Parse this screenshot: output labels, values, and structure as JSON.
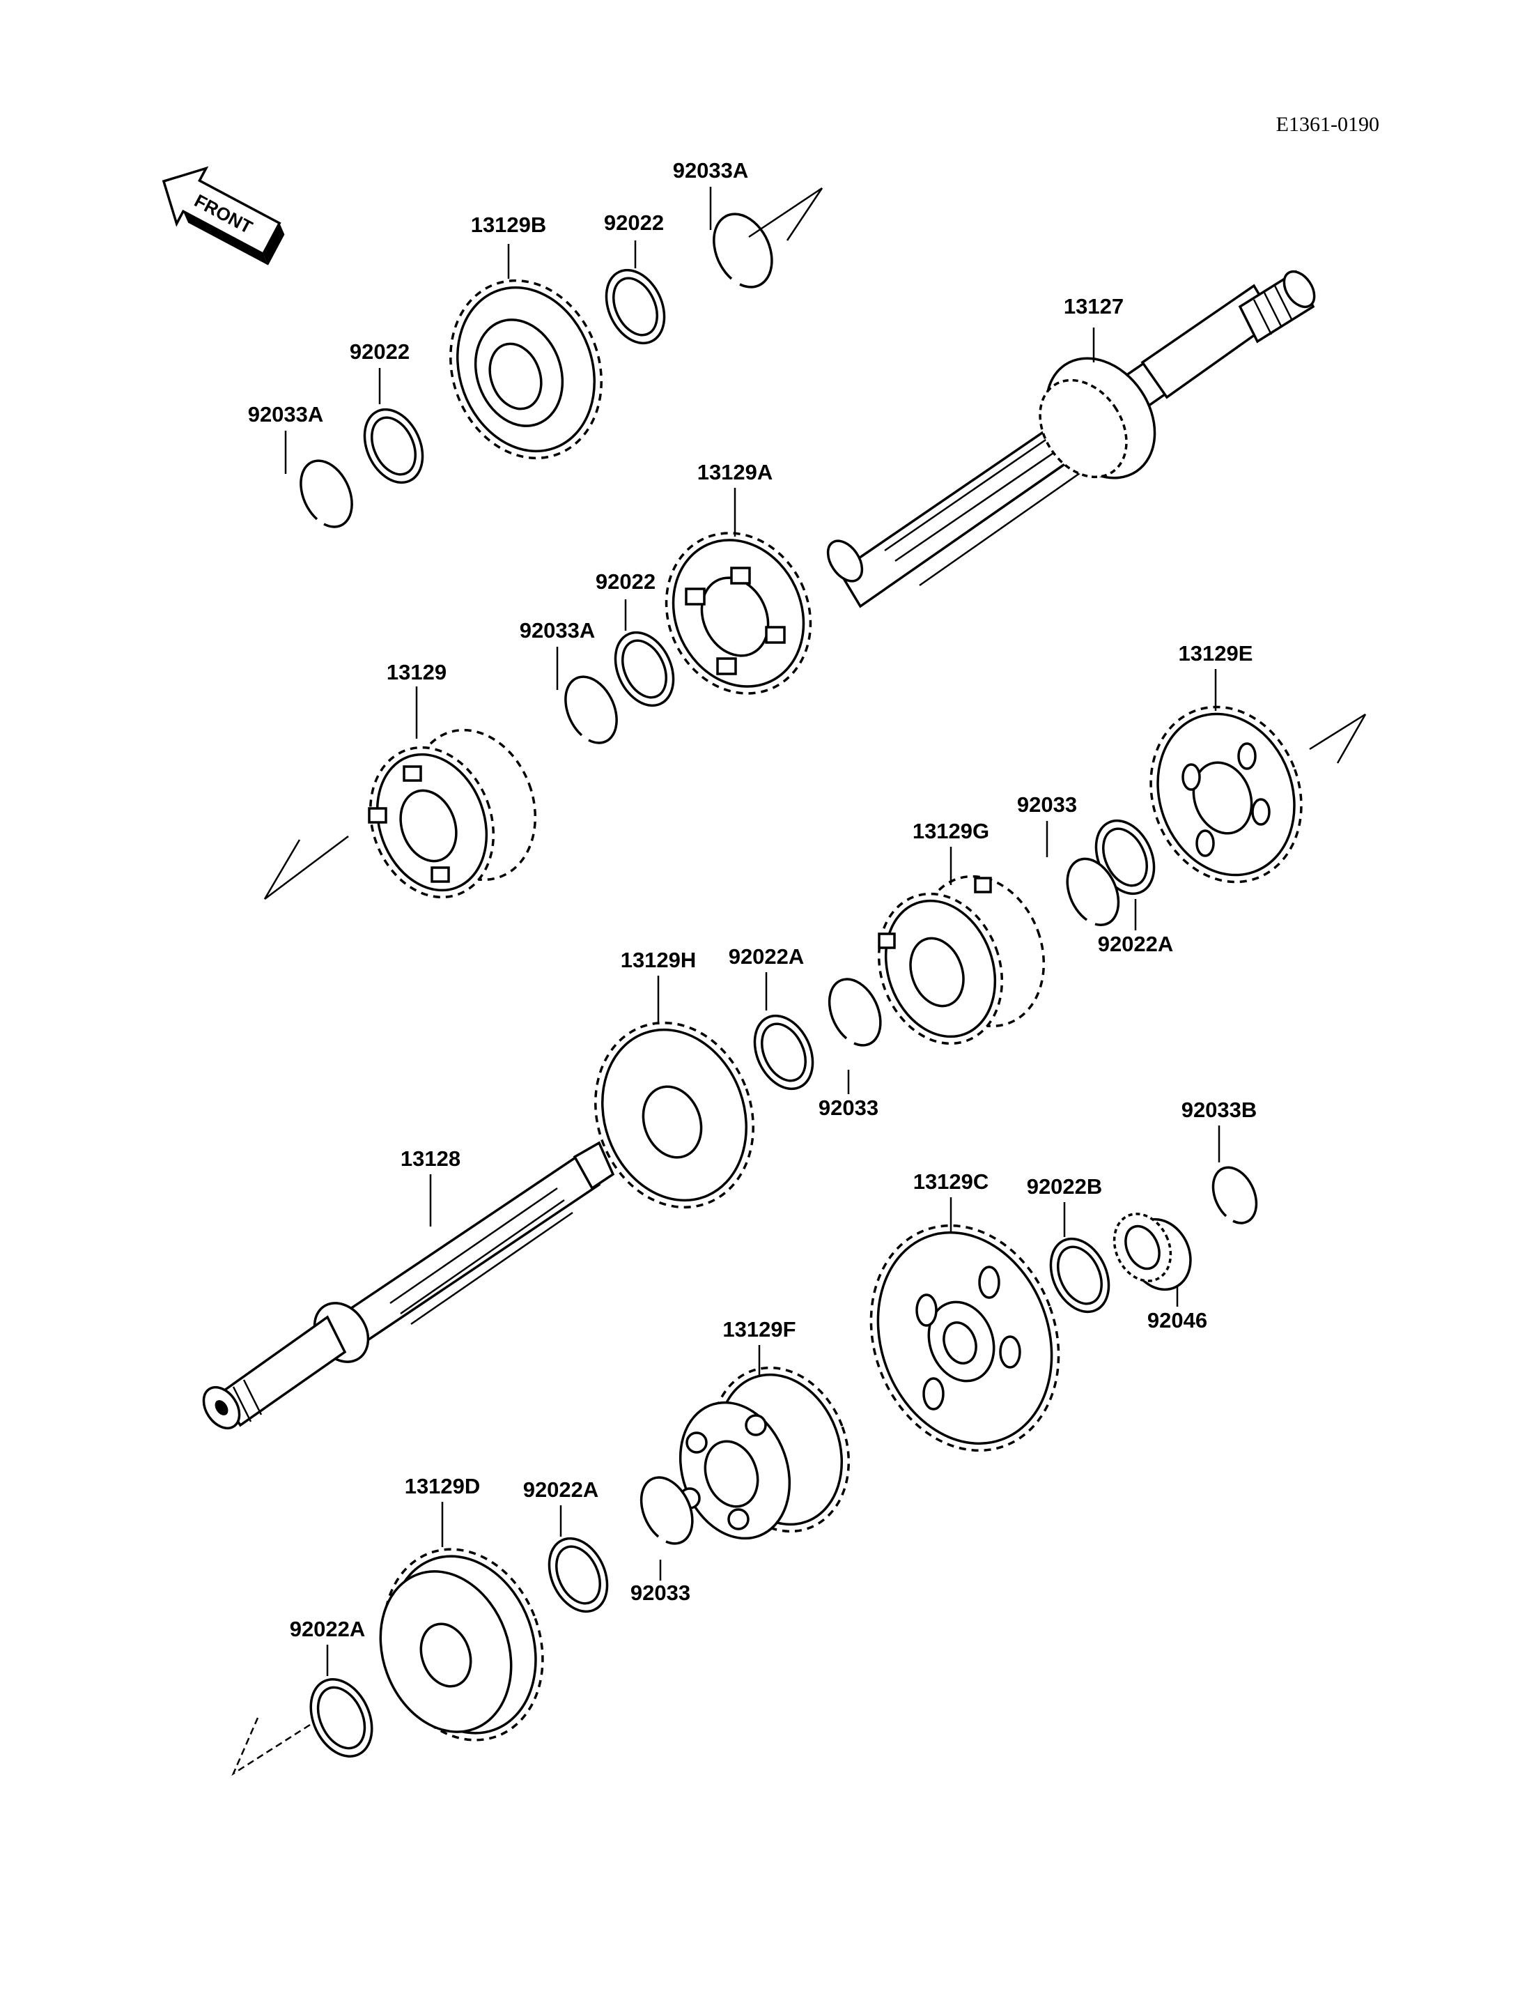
{
  "diagram": {
    "reference_code": "E1361-0190",
    "front_marker": "FRONT",
    "callouts": {
      "c_92033A_top": "92033A",
      "c_92022_top": "92022",
      "c_13129B": "13129B",
      "c_13127": "13127",
      "c_92022_left": "92022",
      "c_92033A_left": "92033A",
      "c_13129A": "13129A",
      "c_92022_mid": "92022",
      "c_92033A_mid": "92033A",
      "c_13129": "13129",
      "c_13129E": "13129E",
      "c_92033_right": "92033",
      "c_13129G": "13129G",
      "c_92022A_right": "92022A",
      "c_13129H": "13129H",
      "c_92022A_mid": "92022A",
      "c_92033_mid": "92033",
      "c_13128": "13128",
      "c_92033B": "92033B",
      "c_13129C": "13129C",
      "c_92022B": "92022B",
      "c_92046": "92046",
      "c_13129F": "13129F",
      "c_13129D": "13129D",
      "c_92022A_low": "92022A",
      "c_92033_low": "92033",
      "c_92022A_bottom": "92022A"
    }
  }
}
